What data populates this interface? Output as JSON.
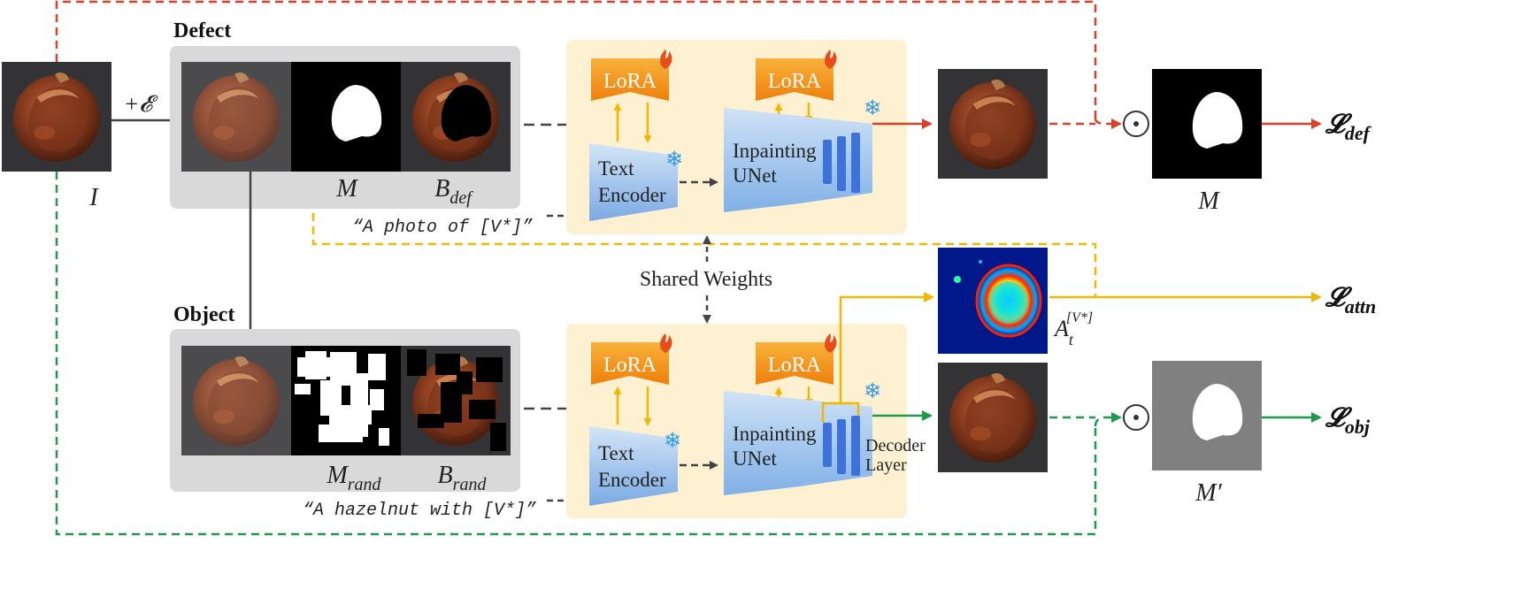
{
  "colors": {
    "red": "#d9412b",
    "green": "#1e9a4c",
    "yellow": "#f2b705",
    "dark": "#444444",
    "panel_gray": "#d9d9d9",
    "panel_cream": "#fdf1d2",
    "lora_orange": "#f39c12",
    "unet_blue": "#8fb8e8"
  },
  "icons": [
    "fire-icon",
    "snowflake-icon",
    "hadamard-product-icon"
  ],
  "input": {
    "label": "I",
    "noise": "+𝓔"
  },
  "defect": {
    "title": "Defect",
    "mask_label": "M",
    "bg_label_main": "B",
    "bg_label_sub": "def",
    "prompt": "“A photo of [V*]”"
  },
  "object": {
    "title": "Object",
    "mask_label_main": "M",
    "mask_label_sub": "rand",
    "bg_label_main": "B",
    "bg_label_sub": "rand",
    "prompt": "“A hazelnut with [V*]”"
  },
  "modules": {
    "lora": "LoRA",
    "text_encoder_line1": "Text",
    "text_encoder_line2": "Encoder",
    "unet_line1": "Inpainting",
    "unet_line2": "UNet",
    "decoder_line1": "Decoder",
    "decoder_line2": "Layer"
  },
  "shared_weights": "Shared Weights",
  "outputs": {
    "mask_def": "M",
    "mask_obj": "M′",
    "attn_main": "A",
    "attn_sub": "t",
    "attn_sup": "[V*]"
  },
  "losses": {
    "def_main": "𝓛",
    "def_sub": "def",
    "attn_main": "𝓛",
    "attn_sub": "attn",
    "obj_main": "𝓛",
    "obj_sub": "obj"
  }
}
